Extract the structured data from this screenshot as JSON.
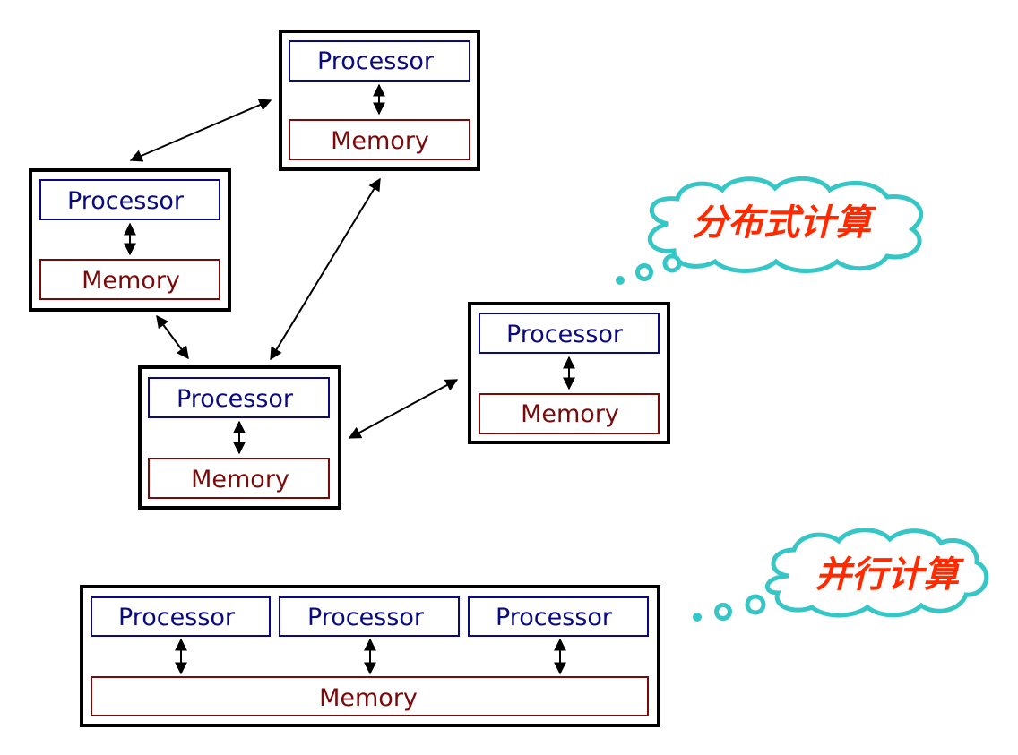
{
  "labels": {
    "processor": "Processor",
    "memory": "Memory"
  },
  "callouts": {
    "distributed": "分布式计算",
    "parallel": "并行计算"
  },
  "colors": {
    "processor": "#0a0a80",
    "memory": "#7a0a0a",
    "node_border": "#000000",
    "cloud_fill": "#ffffff",
    "cloud_stroke": "#36c6c6",
    "callout_text": "#ff2a00"
  }
}
